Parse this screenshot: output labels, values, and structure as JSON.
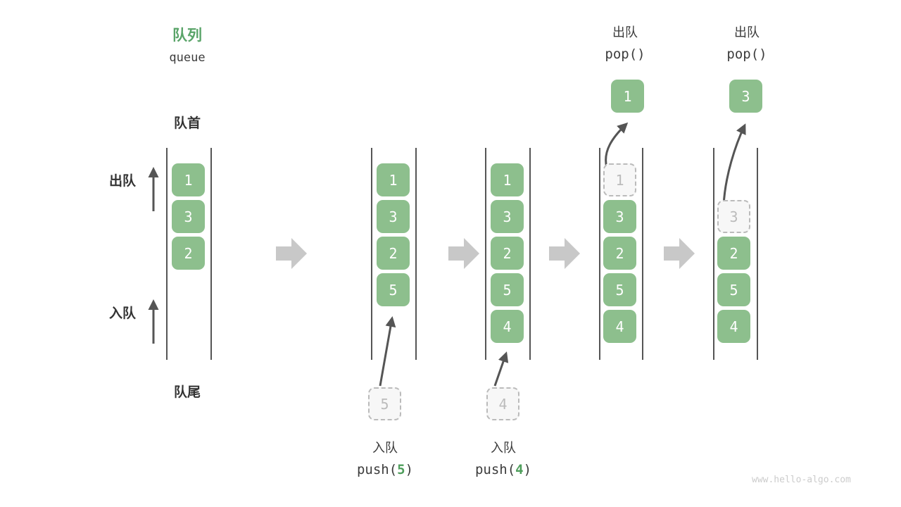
{
  "diagram": {
    "title_cn": "队列",
    "title_en": "queue",
    "head_label": "队首",
    "tail_label": "队尾",
    "dequeue_label": "出队",
    "enqueue_label": "入队",
    "accent_color": "#5aa469",
    "cell_color": "#8dbf8d",
    "ghost_color": "#f7f7f7",
    "rail_color": "#555555",
    "step_arrow_color": "#c8c8c8",
    "watermark": "www.hello-algo.com"
  },
  "steps": [
    {
      "id": "initial",
      "cells": [
        "1",
        "3",
        "2"
      ],
      "top_label_cn": "",
      "top_label_code": "",
      "popped_value": "",
      "ghost_in_queue": "",
      "bottom_label_cn": "",
      "bottom_label_code": "",
      "bottom_label_arg": "",
      "pending_value": ""
    },
    {
      "id": "push-5",
      "cells": [
        "1",
        "3",
        "2",
        "5"
      ],
      "top_label_cn": "",
      "top_label_code": "",
      "popped_value": "",
      "ghost_in_queue": "",
      "bottom_label_cn": "入队",
      "bottom_label_code": "push(",
      "bottom_label_arg": "5",
      "pending_value": "5"
    },
    {
      "id": "push-4",
      "cells": [
        "1",
        "3",
        "2",
        "5",
        "4"
      ],
      "top_label_cn": "",
      "top_label_code": "",
      "popped_value": "",
      "ghost_in_queue": "",
      "bottom_label_cn": "入队",
      "bottom_label_code": "push(",
      "bottom_label_arg": "4",
      "pending_value": "4"
    },
    {
      "id": "pop-1",
      "cells": [
        "3",
        "2",
        "5",
        "4"
      ],
      "top_label_cn": "出队",
      "top_label_code": "pop()",
      "popped_value": "1",
      "ghost_in_queue": "1",
      "bottom_label_cn": "",
      "bottom_label_code": "",
      "bottom_label_arg": "",
      "pending_value": ""
    },
    {
      "id": "pop-3",
      "cells": [
        "2",
        "5",
        "4"
      ],
      "top_label_cn": "出队",
      "top_label_code": "pop()",
      "popped_value": "3",
      "ghost_in_queue": "3",
      "bottom_label_cn": "",
      "bottom_label_code": "",
      "bottom_label_arg": "",
      "pending_value": ""
    }
  ],
  "step_arrows": 4
}
